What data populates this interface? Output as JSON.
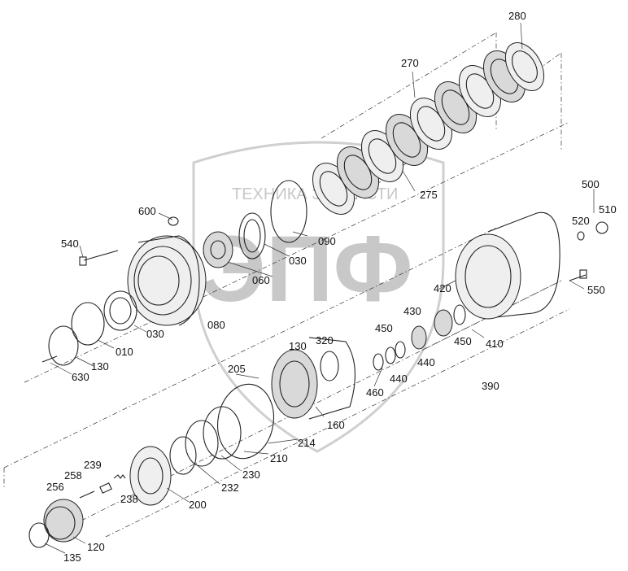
{
  "watermark": {
    "brand_text": "ТЕХНИКА   ЗАПЧАСТИ",
    "logo_text": "ЭПФ"
  },
  "part_labels": [
    "280",
    "270",
    "275",
    "500",
    "510",
    "520",
    "550",
    "600",
    "540",
    "090",
    "030",
    "060",
    "420",
    "430",
    "410",
    "450",
    "450",
    "440",
    "440",
    "460",
    "390",
    "080",
    "320",
    "130",
    "030",
    "010",
    "130",
    "630",
    "205",
    "160",
    "214",
    "210",
    "230",
    "232",
    "200",
    "238",
    "239",
    "258",
    "256",
    "120",
    "135"
  ]
}
